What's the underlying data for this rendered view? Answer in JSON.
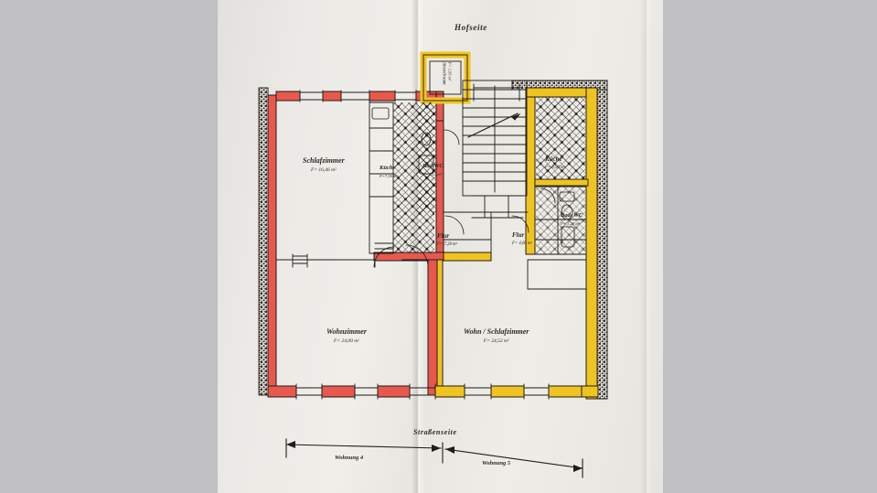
{
  "document": {
    "type": "architectural-floor-plan",
    "title_top": "Hofseite",
    "title_bottom": "Straßenseite"
  },
  "rooms": [
    {
      "id": "schlafzimmer",
      "name": "Schlafzimmer",
      "area": "F= 16,46 m²",
      "unit": "wohnung-4"
    },
    {
      "id": "wohnzimmer",
      "name": "Wohnzimmer",
      "area": "F= 24,00 m²",
      "unit": "wohnung-4"
    },
    {
      "id": "kueche-links",
      "name": "Küche",
      "area": "F=7,50 m²",
      "unit": "wohnung-4"
    },
    {
      "id": "bad-wc-links",
      "name": "Bad/WC",
      "area": "F= 4,12 m²",
      "unit": "wohnung-4"
    },
    {
      "id": "flur-links",
      "name": "Flur",
      "area": "F= 7,28 m²",
      "unit": "wohnung-4"
    },
    {
      "id": "wohn-schlafzimmer",
      "name": "Wohn / Schlafzimmer",
      "area": "F= 24,52 m²",
      "unit": "wohnung-5"
    },
    {
      "id": "kueche-rechts",
      "name": "Küche",
      "area": "F= 8,98 m²",
      "unit": "wohnung-5"
    },
    {
      "id": "bad-wc-rechts",
      "name": "Bad/ WC",
      "area": "F= 3,28 m²",
      "unit": "wohnung-5"
    },
    {
      "id": "flur-rechts",
      "name": "Flur",
      "area": "F= 4,60 m²",
      "unit": "wohnung-5"
    },
    {
      "id": "abstellraum",
      "name": "Abstellraum",
      "area": "F= 1,95 m²",
      "unit": "wohnung-4"
    }
  ],
  "dimension_bar": {
    "left_label": "Wohnung 4",
    "right_label": "Wohnung 5"
  },
  "colors": {
    "unit_4_accent": "#e8584f",
    "unit_5_accent": "#f0c420",
    "wall_ink": "#1f1c19",
    "paper": "#ece9e4",
    "photo_border": "#bfbfc4"
  }
}
